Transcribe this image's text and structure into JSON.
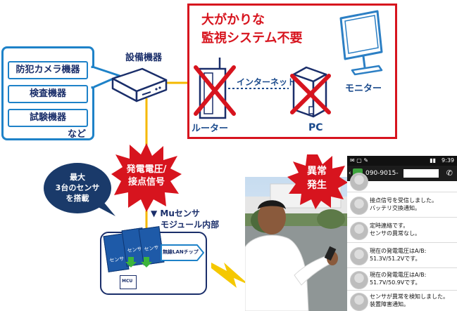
{
  "equipment": {
    "items": [
      "防犯カメラ機器",
      "検査機器",
      "試験機器"
    ],
    "etc": "など",
    "device_label": "設備機器"
  },
  "network": {
    "title_line1": "大がかりな",
    "title_line2": "監視システム不要",
    "router_label": "ルーター",
    "internet_label": "インターネット",
    "pc_label": "PC",
    "monitor_label": "モニター"
  },
  "signal": {
    "line1": "発電電圧/",
    "line2": "接点信号"
  },
  "sensors": {
    "line1": "最大",
    "line2": "3台のセンサ",
    "line3": "を搭載"
  },
  "module": {
    "label_line1": "Muセンサ",
    "label_line2": "モジュール内部",
    "sensor_tag": "センサ",
    "chip_label": "無線LANチップ",
    "mcu_label": "MCU"
  },
  "alert": {
    "line1": "異常",
    "line2": "発生"
  },
  "phone": {
    "time": "9:39",
    "number": "090-9015-",
    "messages": [
      "接点信号を受信しました。\nバッテリ交換通知。",
      "定時連絡です。\nセンサの異常なし。",
      "現在の発電電圧はA/B:\n51.3V/51.2Vです。",
      "現在の発電電圧はA/B:\n51.7V/50.9Vです。",
      "センサが異常を検知しました。\n装置障害通知。"
    ]
  },
  "colors": {
    "blue": "#1e82c8",
    "navy": "#1a2e6a",
    "red": "#d7141e",
    "yellow": "#f5b800",
    "monitor": "#2c7fc4"
  }
}
